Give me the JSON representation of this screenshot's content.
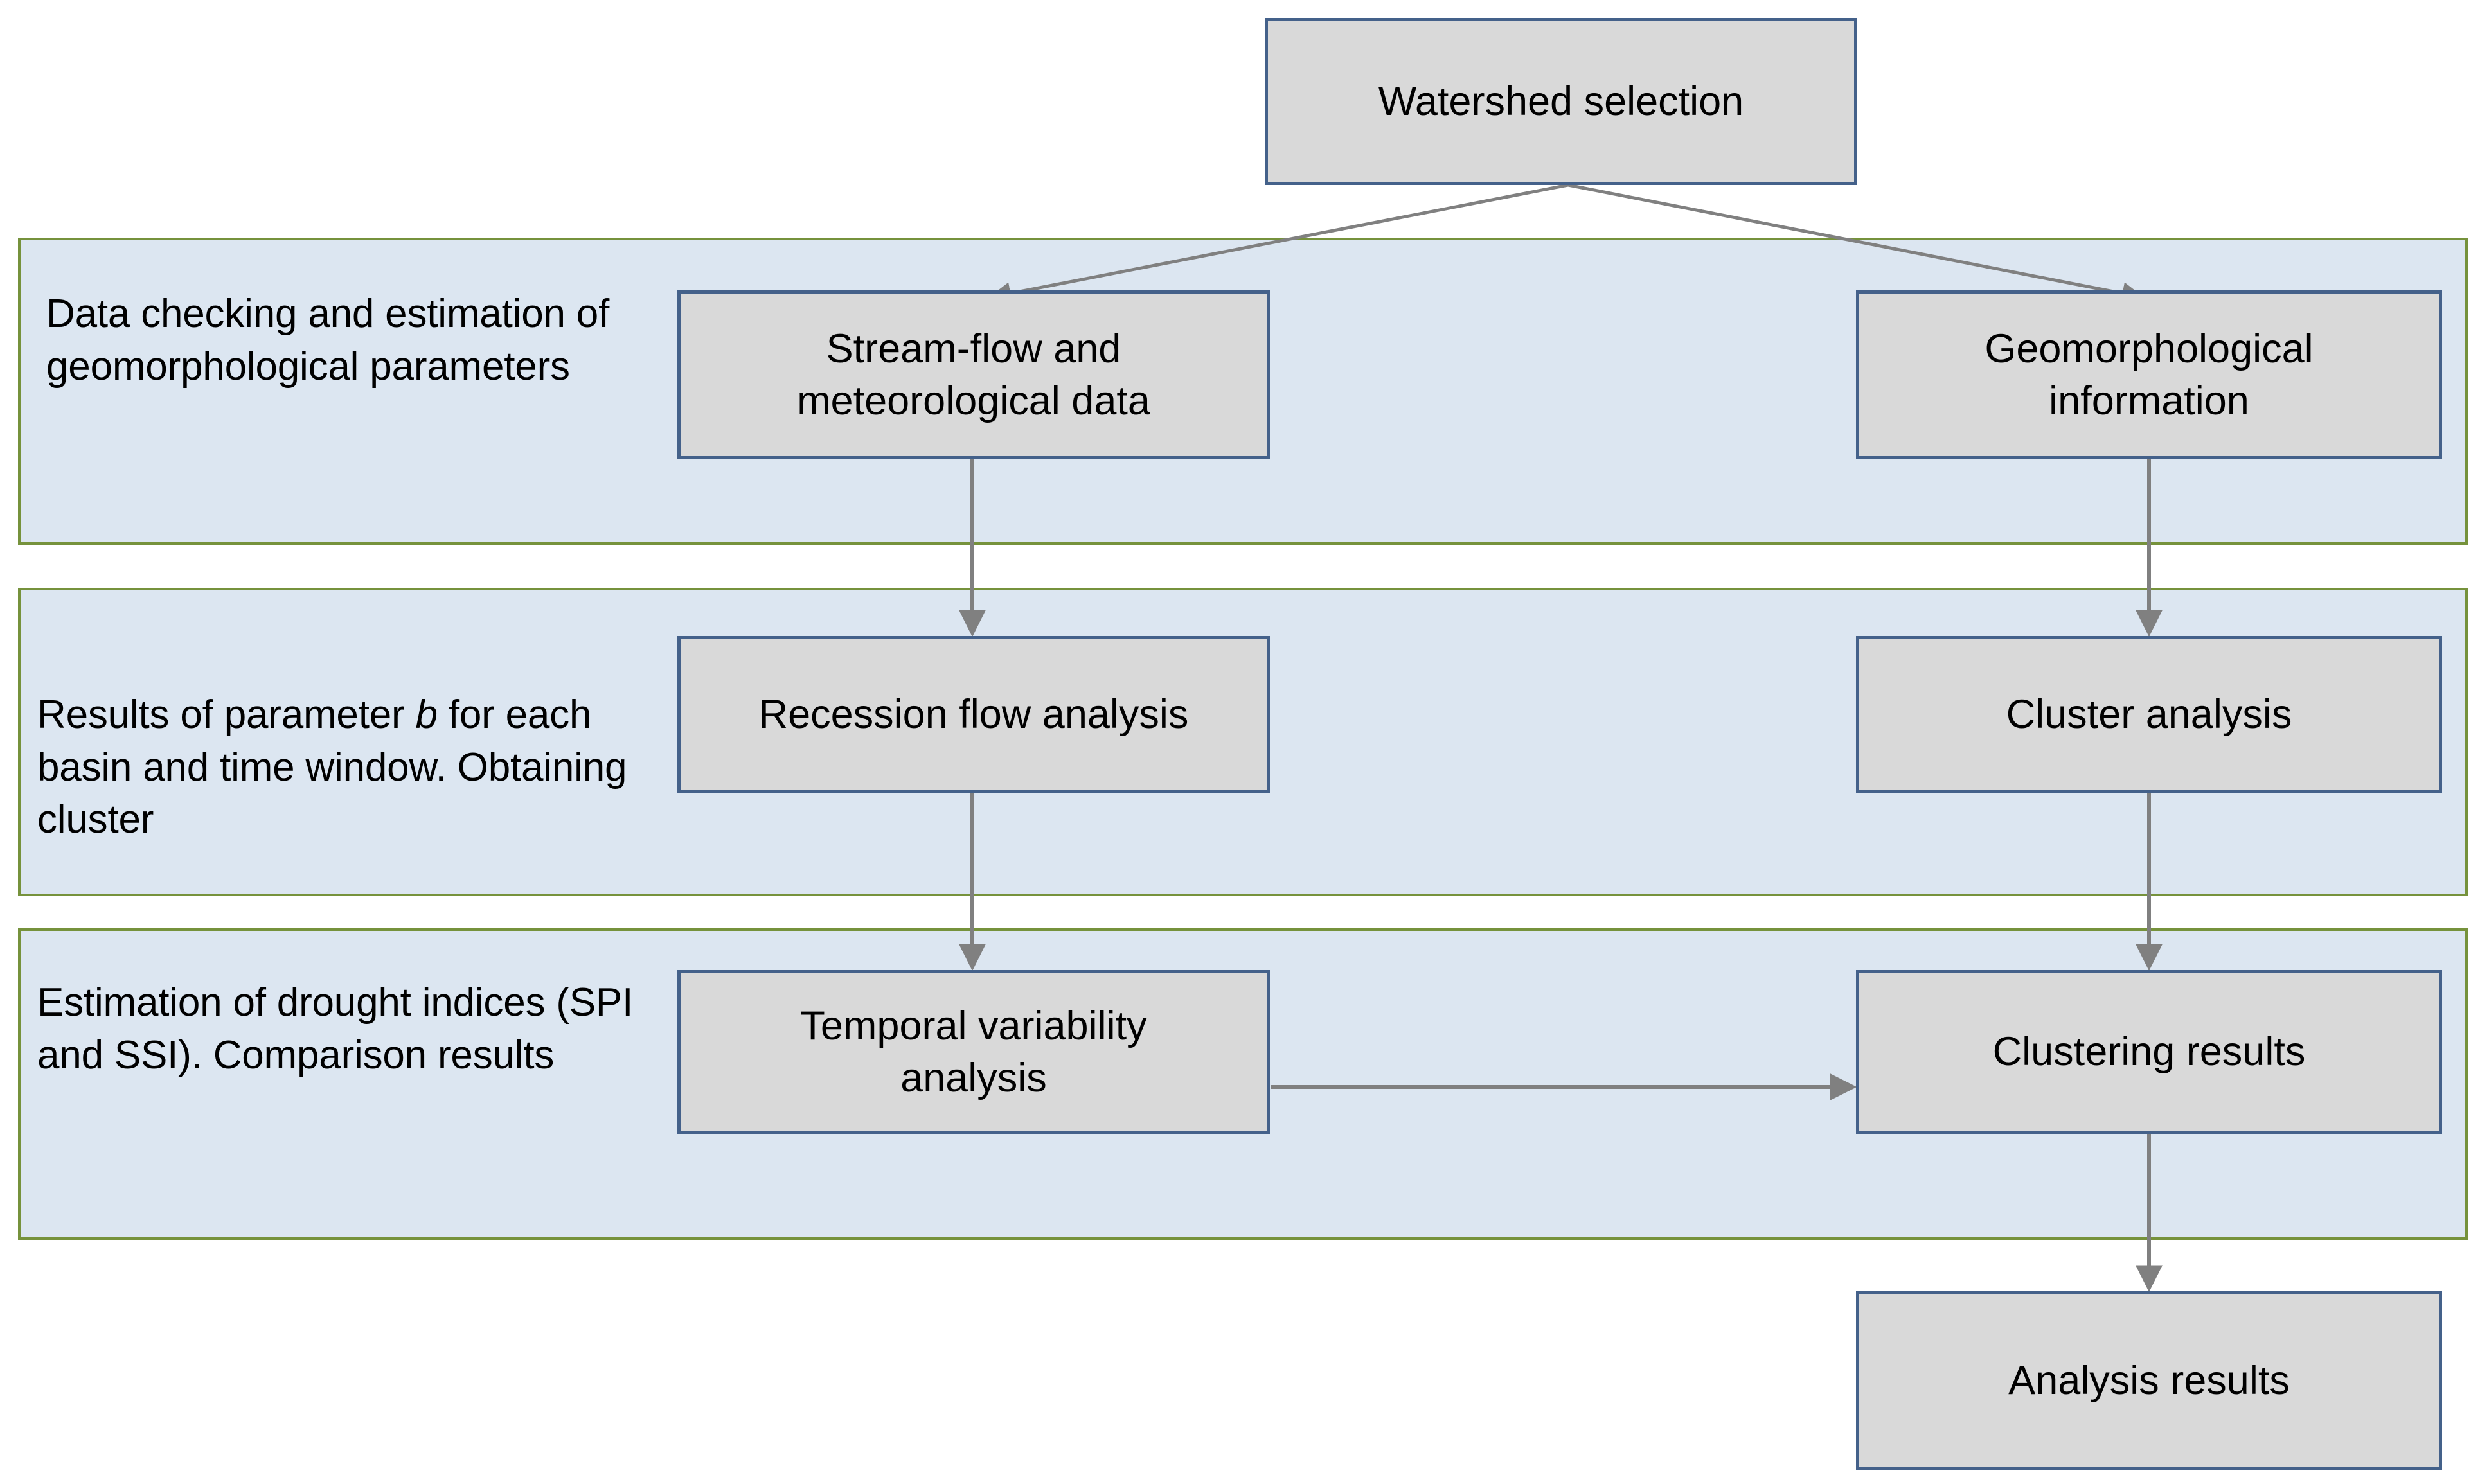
{
  "diagram": {
    "title": "Watershed analysis methodology flowchart",
    "colors": {
      "band_fill": "#dce6f1",
      "band_border": "#76923c",
      "node_fill": "#d9d9d9",
      "node_border": "#44618a",
      "connector": "#808080",
      "text": "#000000",
      "page_background": "#ffffff"
    }
  },
  "start_node": {
    "label": "Watershed selection"
  },
  "bands": [
    {
      "id": "band-1",
      "label_line_1": "Data checking and estimation",
      "label_line_2": "of geomorphological",
      "label_line_3": "parameters",
      "label_plain": "Data checking and estimation of geomorphological parameters"
    },
    {
      "id": "band-2",
      "label_prefix": "Results of parameter ",
      "label_italic": "b",
      "label_suffix": " for each basin and time window. Obtaining cluster",
      "label_plain": "Results of parameter b for each basin and time window. Obtaining cluster"
    },
    {
      "id": "band-3",
      "label_line_1": "Estimation of drought indices",
      "label_line_2": "(SPI and SSI). Comparison",
      "label_line_3": "results",
      "label_plain": "Estimation of drought indices (SPI and SSI). Comparison results"
    }
  ],
  "nodes": {
    "stream_flow": {
      "label": "Stream-flow and\nmeteorological data"
    },
    "geomorphological": {
      "label": "Geomorphological\ninformation"
    },
    "recession": {
      "label": "Recession flow analysis"
    },
    "cluster_analysis": {
      "label": "Cluster analysis"
    },
    "temporal": {
      "label": "Temporal variability\nanalysis"
    },
    "clustering_results": {
      "label": "Clustering results"
    },
    "analysis_results": {
      "label": "Analysis results"
    }
  },
  "edges": [
    {
      "name": "watershed-to-stream-flow",
      "from": "Watershed selection",
      "to": "Stream-flow and meteorological data",
      "style": "diagonal-arrow"
    },
    {
      "name": "watershed-to-geomorphological",
      "from": "Watershed selection",
      "to": "Geomorphological information",
      "style": "diagonal-arrow"
    },
    {
      "name": "stream-flow-to-recession",
      "from": "Stream-flow and meteorological data",
      "to": "Recession flow analysis",
      "style": "vertical-arrow"
    },
    {
      "name": "geomorphological-to-cluster-analysis",
      "from": "Geomorphological information",
      "to": "Cluster analysis",
      "style": "vertical-arrow"
    },
    {
      "name": "recession-to-temporal",
      "from": "Recession flow analysis",
      "to": "Temporal variability analysis",
      "style": "vertical-arrow"
    },
    {
      "name": "cluster-analysis-to-clustering-results",
      "from": "Cluster analysis",
      "to": "Clustering results",
      "style": "vertical-arrow"
    },
    {
      "name": "temporal-to-clustering-results",
      "from": "Temporal variability analysis",
      "to": "Clustering results",
      "style": "horizontal-arrow"
    },
    {
      "name": "clustering-results-to-analysis-results",
      "from": "Clustering results",
      "to": "Analysis results",
      "style": "vertical-arrow"
    }
  ]
}
